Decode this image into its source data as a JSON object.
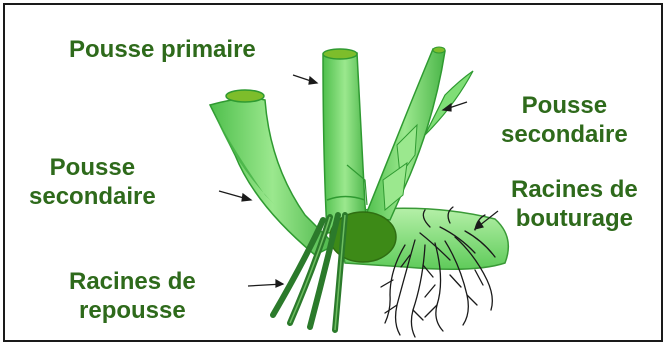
{
  "labels": {
    "primary_shoot": "Pousse primaire",
    "secondary_shoot_right": [
      "Pousse",
      "secondaire"
    ],
    "secondary_shoot_left": [
      "Pousse",
      "secondaire"
    ],
    "cutting_roots": [
      "Racines de",
      "bouturage"
    ],
    "regrowth_roots": [
      "Racines de",
      "repousse"
    ]
  },
  "colors": {
    "label_text": "#2e6a1b",
    "stem_light": "#86e07a",
    "stem_mid": "#5fcb5a",
    "stem_dark": "#2f9a31",
    "node": "#3d8a17",
    "roots_regrowth": "#2b7a2b",
    "roots_cutting": "#1a1a1a",
    "frame_border": "#1a1a1a"
  }
}
